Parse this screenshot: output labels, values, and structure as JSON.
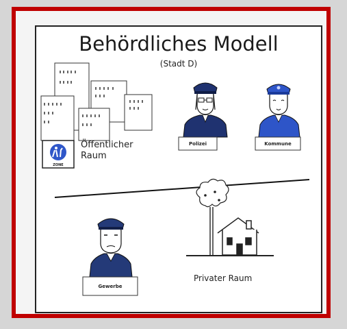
{
  "title": "Behördliches Modell",
  "subtitle": "(Stadt D)",
  "labels": {
    "public_space": [
      "Öffentlicher",
      "Raum"
    ],
    "police": "Polizei",
    "municipality": "Kommune",
    "business": "Gewerbe",
    "private_space": "Privater Raum",
    "zone_sign": "ZONE"
  },
  "colors": {
    "frame": "#c00000",
    "uniform_dark": "#1f3270",
    "uniform_blue": "#2e55c8",
    "business_uniform": "#243a78",
    "sign_blue": "#2f57c9"
  }
}
